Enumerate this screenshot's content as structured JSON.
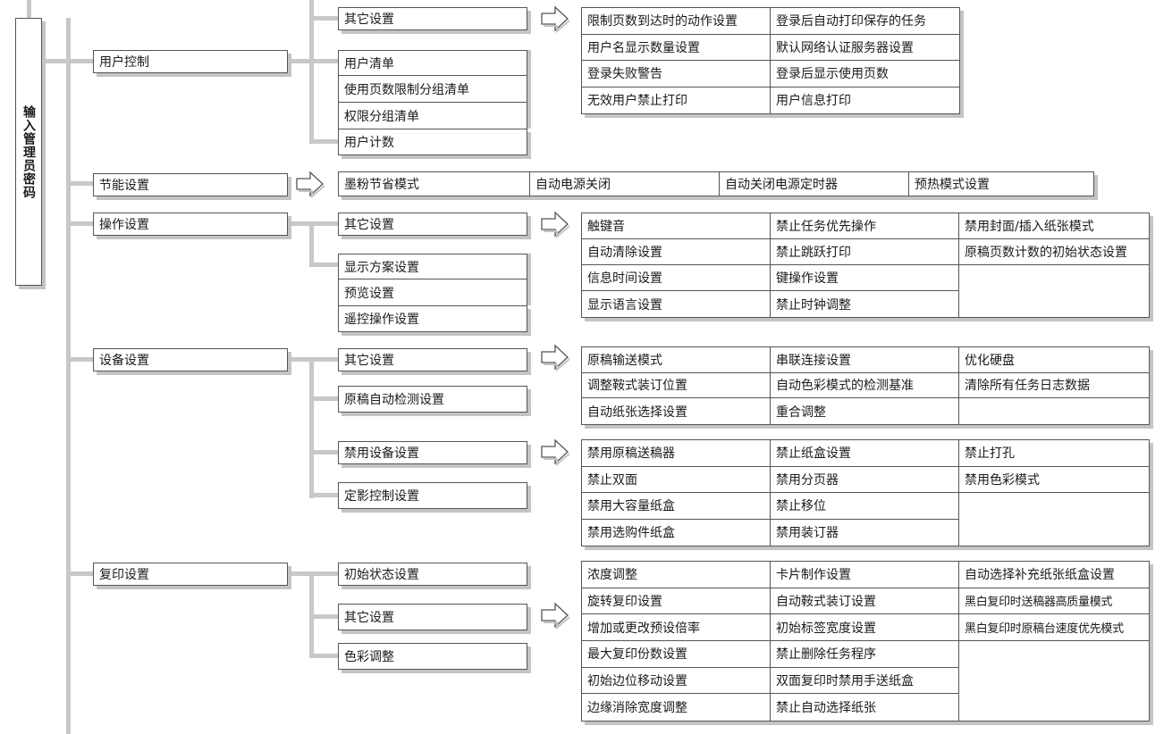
{
  "root_label": "输入管理员密码",
  "categories": {
    "user_control": "用户控制",
    "energy": "节能设置",
    "operation": "操作设置",
    "device": "设备设置",
    "copy": "复印设置"
  },
  "sub": {
    "uc_other": "其它设置",
    "uc_user_list": "用户清单",
    "uc_page_limit_group": "使用页数限制分组清单",
    "uc_auth_group": "权限分组清单",
    "uc_user_count": "用户计数",
    "op_other": "其它设置",
    "op_display_scheme": "显示方案设置",
    "op_preview": "预览设置",
    "op_remote": "遥控操作设置",
    "dev_other": "其它设置",
    "dev_auto_detect": "原稿自动检测设置",
    "dev_disable": "禁用设备设置",
    "dev_fixing": "定影控制设置",
    "cp_initial": "初始状态设置",
    "cp_other": "其它设置",
    "cp_color": "色彩调整"
  },
  "energy_items": [
    "墨粉节省模式",
    "自动电源关闭",
    "自动关闭电源定时器",
    "预热模式设置"
  ],
  "uc_other_grid": [
    [
      "限制页数到达时的动作设置",
      "登录后自动打印保存的任务"
    ],
    [
      "用户名显示数量设置",
      "默认网络认证服务器设置"
    ],
    [
      "登录失败警告",
      "登录后显示使用页数"
    ],
    [
      "无效用户禁止打印",
      "用户信息打印"
    ]
  ],
  "op_other_grid": [
    [
      "触键音",
      "禁止任务优先操作",
      "禁用封面/插入纸张模式"
    ],
    [
      "自动清除设置",
      "禁止跳跃打印",
      "原稿页数计数的初始状态设置"
    ],
    [
      "信息时间设置",
      "键操作设置",
      ""
    ],
    [
      "显示语言设置",
      "禁止时钟调整",
      ""
    ]
  ],
  "dev_other_grid": [
    [
      "原稿输送模式",
      "串联连接设置",
      "优化硬盘"
    ],
    [
      "调整鞍式装订位置",
      "自动色彩模式的检测基准",
      "清除所有任务日志数据"
    ],
    [
      "自动纸张选择设置",
      "重合调整",
      ""
    ]
  ],
  "dev_disable_grid": [
    [
      "禁用原稿送稿器",
      "禁止纸盒设置",
      "禁止打孔"
    ],
    [
      "禁止双面",
      "禁用分页器",
      "禁用色彩模式"
    ],
    [
      "禁用大容量纸盒",
      "禁止移位",
      ""
    ],
    [
      "禁用选购件纸盒",
      "禁用装订器",
      ""
    ]
  ],
  "cp_other_grid": [
    [
      "浓度调整",
      "卡片制作设置",
      "自动选择补充纸张纸盒设置"
    ],
    [
      "旋转复印设置",
      "自动鞍式装订设置",
      "黑白复印时送稿器高质量模式"
    ],
    [
      "增加或更改预设倍率",
      "初始标签宽度设置",
      "黑白复印时原稿台速度优先模式"
    ],
    [
      "最大复印份数设置",
      "禁止删除任务程序",
      ""
    ],
    [
      "初始边位移动设置",
      "双面复印时禁用手送纸盒",
      ""
    ],
    [
      "边缘消除宽度调整",
      "禁止自动选择纸张",
      ""
    ]
  ]
}
